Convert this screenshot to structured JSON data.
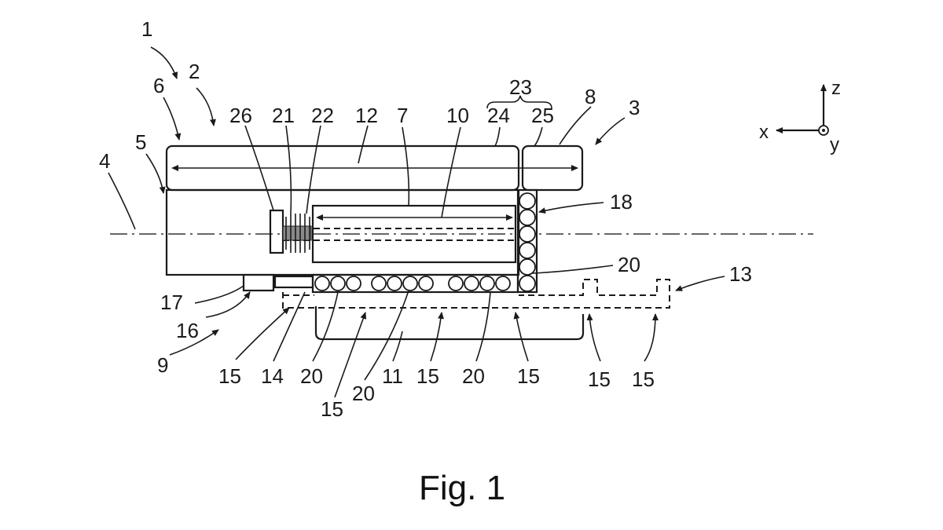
{
  "figure": {
    "caption": "Fig. 1",
    "labels": {
      "n1": "1",
      "n2": "2",
      "n3": "3",
      "n4": "4",
      "n5": "5",
      "n6": "6",
      "n7": "7",
      "n8": "8",
      "n9": "9",
      "n10": "10",
      "n11": "11",
      "n12": "12",
      "n13": "13",
      "n14": "14",
      "n15": "15",
      "n16": "16",
      "n17": "17",
      "n18": "18",
      "n20": "20",
      "n21": "21",
      "n22": "22",
      "n23": "23",
      "n24": "24",
      "n25": "25",
      "n26": "26"
    },
    "axes": {
      "x": "x",
      "y": "y",
      "z": "z"
    }
  }
}
